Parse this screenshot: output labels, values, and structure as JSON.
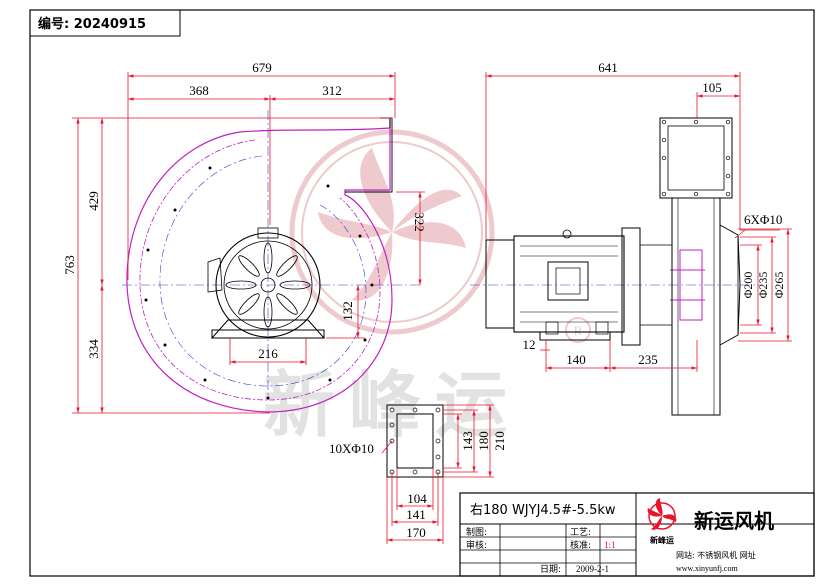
{
  "header": {
    "number_label": "编号: 20240915"
  },
  "colors": {
    "dim": "#e8152a",
    "outline": "#000000",
    "housing": "#c020c0",
    "watermark": "#e9b7bd",
    "centerline": "#3a3ad8"
  },
  "front_view": {
    "dims": {
      "total_width": "679",
      "left_width": "368",
      "right_width": "312",
      "total_height": "763",
      "upper_height": "429",
      "lower_height": "334",
      "outlet_height": "322",
      "foot_height": "132",
      "foot_width": "216"
    }
  },
  "side_view": {
    "dims": {
      "total_depth": "641",
      "flange_width": "105",
      "bolt_holes": "6XΦ10",
      "d200": "Φ200",
      "d235": "Φ235",
      "d265": "Φ265",
      "foot_offset": "12",
      "foot_140": "140",
      "foot_235": "235"
    }
  },
  "outlet_flange": {
    "dims": {
      "holes": "10XΦ10",
      "h143": "143",
      "h180": "180",
      "h210": "210",
      "w104": "104",
      "w141": "141",
      "w170": "170"
    }
  },
  "title_block": {
    "model": "右180 WJYJ4.5#-5.5kw",
    "company": "新运风机",
    "logo_caption": "新峰运",
    "rows": {
      "draw": "制图:",
      "review": "审核:",
      "process": "工艺:",
      "verify": "核准:",
      "scale": "1:1",
      "date_label": "日期:",
      "date": "2009-2-1"
    },
    "website_label": "网站: 不锈钢风机 网址",
    "website_url": "www.xinyunfj.com"
  },
  "watermark": {
    "text": "新峰运",
    "registered": "R"
  }
}
